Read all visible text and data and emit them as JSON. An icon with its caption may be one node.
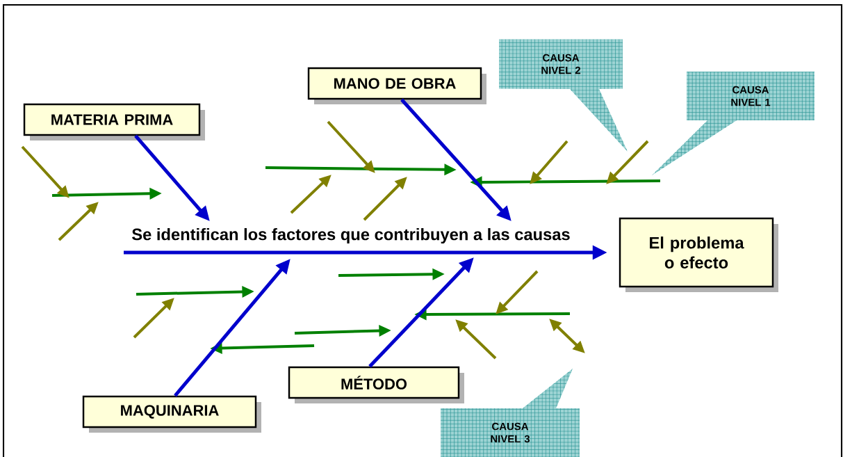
{
  "diagram": {
    "nodes": [
      {
        "text": [
          "MATERIA PRIMA"
        ]
      },
      {
        "text": [
          "MANO DE OBRA"
        ]
      },
      {
        "text": [
          "CAUSA NIVEL 2"
        ]
      },
      {
        "text": [
          "CAUSA NIVEL 1"
        ]
      },
      {
        "text": [
          "El problema o efecto"
        ]
      },
      {
        "text": [
          "MAQUINARIA"
        ]
      },
      {
        "text": [
          "MÉTODO"
        ]
      },
      {
        "text": [
          "CAUSA NIVEL 3"
        ]
      }
    ],
    "edges": [
      {
        "from": null,
        "to": 4,
        "arrow": "to"
      },
      {
        "from": 0,
        "to": null,
        "arrow": "to"
      },
      {
        "from": 1,
        "to": null,
        "arrow": "to"
      },
      {
        "from": 5,
        "to": null,
        "arrow": "to"
      },
      {
        "from": 6,
        "to": null,
        "arrow": "to"
      }
    ],
    "labels": [
      "Se identifican los factores que contribuyen a las causas"
    ]
  }
}
